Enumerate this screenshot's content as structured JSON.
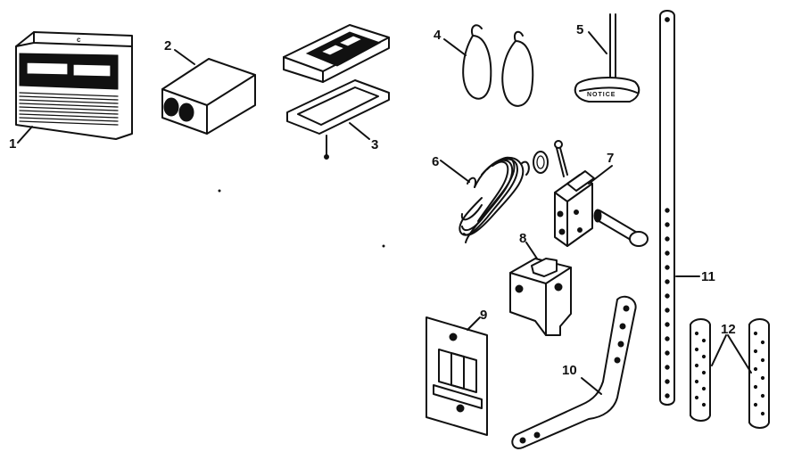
{
  "callouts": {
    "c1": "1",
    "c2": "2",
    "c3": "3",
    "c4": "4",
    "c5": "5",
    "c6": "6",
    "c7": "7",
    "c8": "8",
    "c9": "9",
    "c10": "10",
    "c11": "11",
    "c12": "12"
  },
  "part_texts": {
    "notice": "NOTICE"
  },
  "colors": {
    "ink": "#111111",
    "background": "#ffffff"
  }
}
